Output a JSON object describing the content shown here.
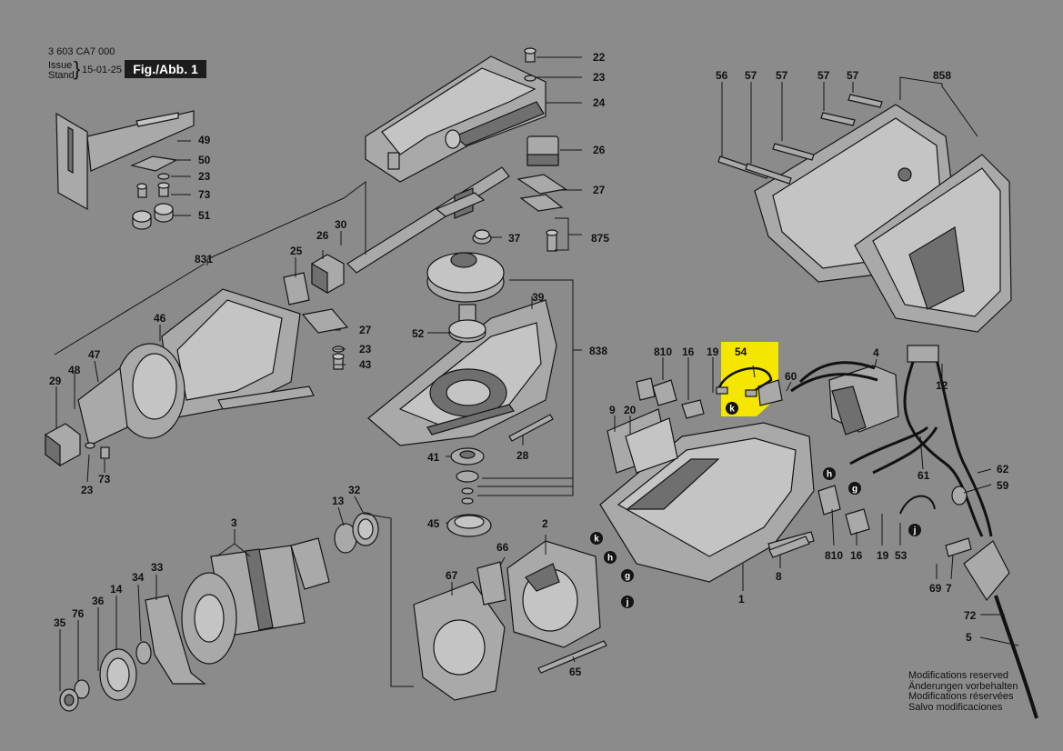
{
  "header": {
    "doc_number": "3 603 CA7 000",
    "issue_label": "Issue",
    "stand_label": "Stand",
    "issue_date": "15-01-25",
    "figure_label": "Fig./Abb. 1"
  },
  "footer_note": [
    "Modifications reserved",
    "Änderungen vorbehalten",
    "Modifications réservées",
    "Salvo modificaciones"
  ],
  "highlight": {
    "part": "54",
    "color": "#f5e600"
  },
  "callouts": {
    "p22": "22",
    "p23a": "23",
    "p24": "24",
    "p26a": "26",
    "p27a": "27",
    "p875": "875",
    "p37": "37",
    "p49": "49",
    "p50": "50",
    "p23b": "23",
    "p73a": "73",
    "p51": "51",
    "p30": "30",
    "p26b": "26",
    "p25": "25",
    "p27b": "27",
    "p23c": "23",
    "p43": "43",
    "p831": "831",
    "p46": "46",
    "p47": "47",
    "p48": "48",
    "p29": "29",
    "p23d": "23",
    "p73b": "73",
    "p39": "39",
    "p52": "52",
    "p838": "838",
    "p28": "28",
    "p41": "41",
    "p45": "45",
    "p56": "56",
    "p57a": "57",
    "p57b": "57",
    "p57c": "57",
    "p57d": "57",
    "p858": "858",
    "p810a": "810",
    "p16a": "16",
    "p19a": "19",
    "p54": "54",
    "p60": "60",
    "p4": "4",
    "p12": "12",
    "p9": "9",
    "p20": "20",
    "p62": "62",
    "p59": "59",
    "p61": "61",
    "p810b": "810",
    "p16b": "16",
    "p19b": "19",
    "p53": "53",
    "p8": "8",
    "p1": "1",
    "p69": "69",
    "p7": "7",
    "p72": "72",
    "p5": "5",
    "p3": "3",
    "p13": "13",
    "p32": "32",
    "p33": "33",
    "p34": "34",
    "p14": "14",
    "p36": "36",
    "p76": "76",
    "p35": "35",
    "p2": "2",
    "p66": "66",
    "p67": "67",
    "p65": "65"
  },
  "connectors": {
    "k1": "k",
    "h1": "h",
    "g1": "g",
    "j1": "j",
    "k2": "k",
    "h2": "h",
    "g2": "g",
    "j2": "j"
  }
}
